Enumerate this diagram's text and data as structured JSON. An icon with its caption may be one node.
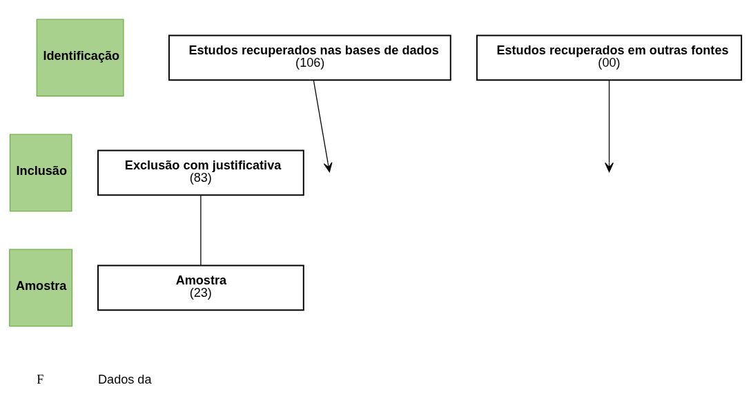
{
  "diagram": {
    "nodes": [
      {
        "text": [
          "Identificação"
        ]
      },
      {
        "text": [
          "Estudos recuperados nas bases de dados",
          "(106)"
        ]
      },
      {
        "text": [
          "Estudos recuperados em outras fontes",
          "(00)"
        ]
      },
      {
        "text": [
          "Inclusão"
        ]
      },
      {
        "text": [
          "Exclusão com justificativa",
          "(83)"
        ]
      },
      {
        "text": [
          "Amostra"
        ]
      },
      {
        "text": [
          "Amostra",
          "(23)"
        ]
      }
    ],
    "edges": [
      {
        "from": 1,
        "to": null,
        "arrow": "to"
      },
      {
        "from": 2,
        "to": null,
        "arrow": "to"
      },
      {
        "from": 4,
        "to": 6,
        "arrow": "none"
      }
    ],
    "labels": [
      "F",
      "Dados da"
    ]
  }
}
